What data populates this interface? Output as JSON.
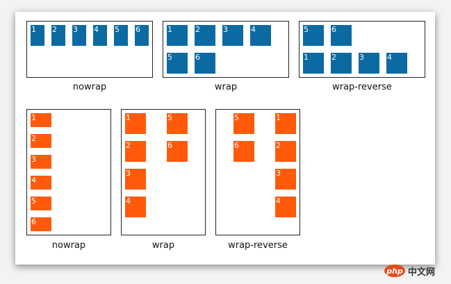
{
  "colors": {
    "row_item": "#0a6aa1",
    "column_item": "#ff5a0a",
    "frame_border": "#222222"
  },
  "row_demos": [
    {
      "caption": "nowrap",
      "items": [
        {
          "label": "1"
        },
        {
          "label": "2"
        },
        {
          "label": "3"
        },
        {
          "label": "4"
        },
        {
          "label": "5"
        },
        {
          "label": "6"
        }
      ]
    },
    {
      "caption": "wrap",
      "items": [
        {
          "label": "1"
        },
        {
          "label": "2"
        },
        {
          "label": "3"
        },
        {
          "label": "4"
        },
        {
          "label": "5"
        },
        {
          "label": "6"
        }
      ]
    },
    {
      "caption": "wrap-reverse",
      "items": [
        {
          "label": "5"
        },
        {
          "label": "6"
        },
        {
          "label": "1"
        },
        {
          "label": "2"
        },
        {
          "label": "3"
        },
        {
          "label": "4"
        }
      ]
    }
  ],
  "column_demos": [
    {
      "caption": "nowrap",
      "items": [
        {
          "label": "1"
        },
        {
          "label": "2"
        },
        {
          "label": "3"
        },
        {
          "label": "4"
        },
        {
          "label": "5"
        },
        {
          "label": "6"
        }
      ]
    },
    {
      "caption": "wrap",
      "items": [
        {
          "label": "1"
        },
        {
          "label": "2"
        },
        {
          "label": "3"
        },
        {
          "label": "4"
        },
        {
          "label": "5"
        },
        {
          "label": "6"
        }
      ]
    },
    {
      "caption": "wrap-reverse",
      "items": [
        {
          "label": "5"
        },
        {
          "label": "6"
        },
        {
          "label": "1"
        },
        {
          "label": "2"
        },
        {
          "label": "3"
        },
        {
          "label": "4"
        }
      ]
    }
  ],
  "watermark": {
    "logo_text": "php",
    "site_text": "中文网"
  }
}
